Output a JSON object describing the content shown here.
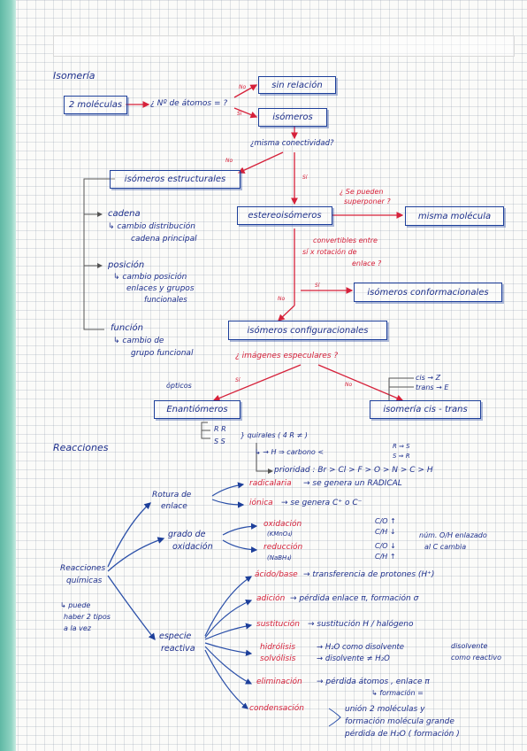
{
  "isomeria": {
    "title": "Isomería",
    "dos_moleculas": "2 moléculas",
    "q_atomos": "¿ Nº de átomos = ?",
    "no": "No",
    "si": "Sí",
    "sin_relacion": "sin relación",
    "isomeros": "isómeros",
    "q_conectividad": "¿misma conectividad?",
    "estructurales": "isómeros estructurales",
    "estereoisomeros": "estereoisómeros",
    "cadena": "cadena",
    "cadena_desc1": "↳ cambio distribución",
    "cadena_desc2": "cadena principal",
    "posicion": "posición",
    "posicion_desc1": "↳ cambio posición",
    "posicion_desc2": "enlaces y grupos",
    "posicion_desc3": "funcionales",
    "funcion": "función",
    "funcion_desc1": "↳ cambio de",
    "funcion_desc2": "grupo funcional",
    "q_superponer1": "¿ Se pueden",
    "q_superponer2": "superponer ?",
    "misma_molecula": "misma molécula",
    "q_rotacion1": "convertibles entre",
    "q_rotacion2": "sí x rotación de",
    "q_rotacion3": "enlace ?",
    "conformacionales": "isómeros conformacionales",
    "configuracionales": "isómeros configuracionales",
    "q_especulares": "¿ imágenes especulares ?",
    "opticos": "ópticos",
    "enantiomeros": "Enantiómeros",
    "cis_trans": "isomería cis - trans",
    "cis": "cis → Z",
    "trans": "trans → E",
    "r_s1": "R  R",
    "r_s2": "S  S",
    "quirales": "} quirales ( 4 R ≠ )",
    "carbono_h": "↳ → H ⇒ carbono <",
    "r_s_right1": "R ⇒ S",
    "r_s_right2": "S ⇒ R",
    "prioridad": "prioridad : Br > Cl > F > O > N > C > H"
  },
  "reacciones": {
    "title": "Reacciones",
    "reacciones_quimicas1": "Reacciones",
    "reacciones_quimicas2": "químicas",
    "puede_haber1": "↳ puede",
    "puede_haber2": "haber 2 tipos",
    "puede_haber3": "a la vez",
    "rotura1": "Rotura de",
    "rotura2": "enlace",
    "radicalaria": "radicalaria",
    "radicalaria_desc": "→ se genera un RADICAL",
    "ionica": "iónica",
    "ionica_desc": "→ se genera  C⁺  o  C⁻",
    "grado1": "grado de",
    "grado2": "oxidación",
    "oxidacion": "oxidación",
    "kmno4": "(KMnO₄)",
    "reduccion": "reducción",
    "nabh4": "(NaBH₄)",
    "co_up": "C/O ↑",
    "ch_down": "C/H ↓",
    "co_down": "C/O ↓",
    "ch_up": "C/H ↑",
    "num_oh1": "núm. O/H enlazado",
    "num_oh2": "al C cambia",
    "especie1": "especie",
    "especie2": "reactiva",
    "acido_base": "ácido/base",
    "acido_base_desc": "→ transferencia de protones (H⁺)",
    "adicion": "adición",
    "adicion_desc": "→ pérdida enlace π, formación σ",
    "sustitucion": "sustitución",
    "sustitucion_desc": "→ sustitución H / halógeno",
    "hidrolisis": "hidrólisis",
    "solvolisis": "solvólisis",
    "h2o_disolvente": "→ H₂O como disolvente",
    "disolvente_ne": "→ disolvente ≠ H₂O",
    "disolvente_reactivo1": "disolvente",
    "disolvente_reactivo2": "como reactivo",
    "eliminacion": "eliminación",
    "eliminacion_desc": "→ pérdida átomos , enlace π",
    "formacion": "↳ formación =",
    "condensacion": "condensación",
    "cond1": "unión 2 moléculas y",
    "cond2": "formación molécula grande",
    "cond3": "pérdida de H₂O ( formación )"
  },
  "colors": {
    "blue": "#1c2f8a",
    "red": "#d6213a",
    "binding": "#5fb8a4"
  }
}
